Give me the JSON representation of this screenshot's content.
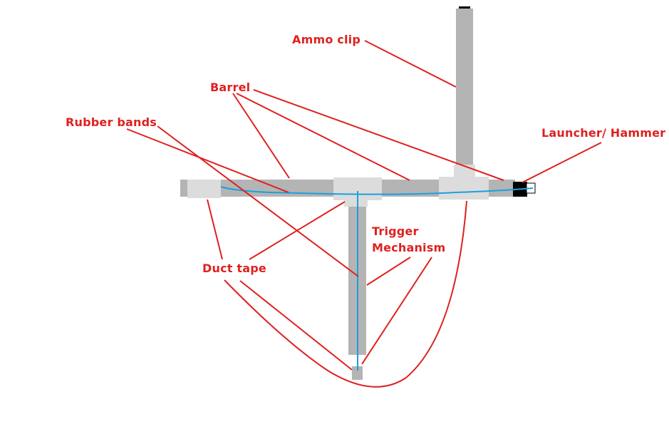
{
  "labels": {
    "ammo_clip": "Ammo clip",
    "barrel": "Barrel",
    "rubber_bands": "Rubber bands",
    "launcher_hammer": "Launcher/ Hammer",
    "trigger_line1": "Trigger",
    "trigger_line2": "Mechanism",
    "duct_tape": "Duct tape"
  },
  "colors": {
    "label_red": "#e02020",
    "pipe_gray": "#b4b4b4",
    "tape_light": "#dcdcdc",
    "band_blue": "#1aa0e0",
    "hammer_black": "#000000"
  }
}
